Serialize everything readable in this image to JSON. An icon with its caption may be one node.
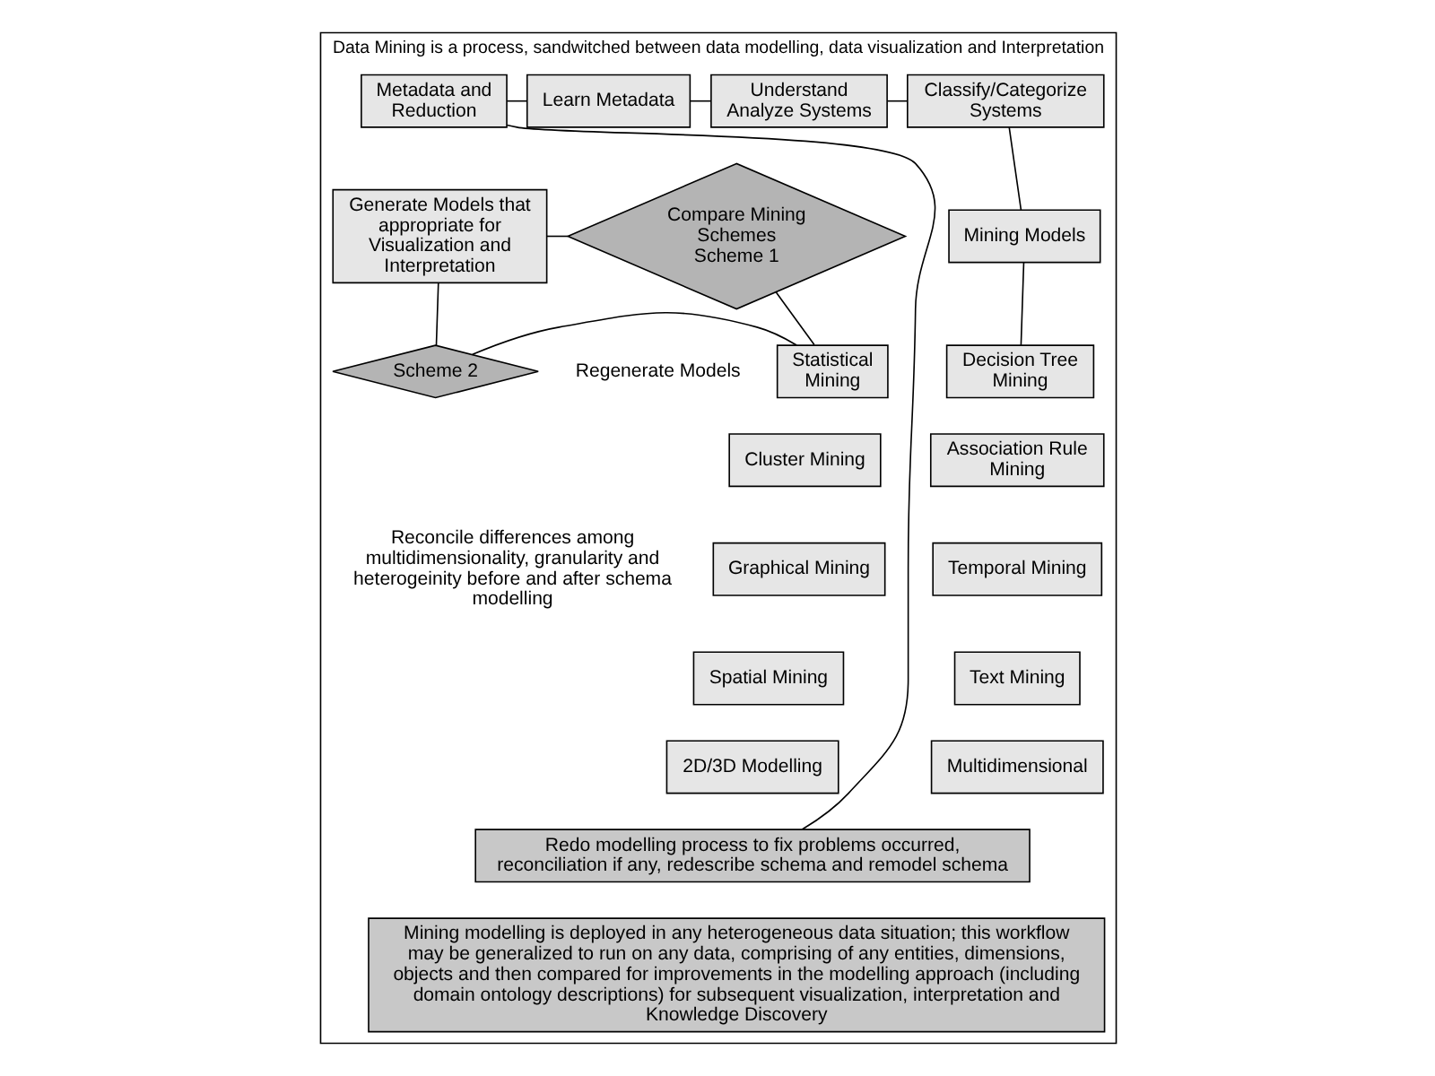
{
  "diagram": {
    "nodes": [
      {
        "text": [
          "Data Mining is a process, sandwitched between data modelling, data visualization and Interpretation"
        ]
      },
      {
        "text": [
          "Metadata and Reduction"
        ],
        "in": 0
      },
      {
        "text": [
          "Learn Metadata"
        ],
        "in": 0
      },
      {
        "text": [
          "Understand Analyze Systems"
        ],
        "in": 0
      },
      {
        "text": [
          "Classify/Categorize Systems"
        ],
        "in": 0
      },
      {
        "text": [
          "Mining Models"
        ],
        "in": 0
      },
      {
        "text": [
          "Compare Mining Schemes",
          "Scheme 1"
        ],
        "in": 0
      },
      {
        "text": [
          "Scheme 2"
        ],
        "in": 0
      },
      {
        "text": [
          "Generate Models that appropriate for Visualization and Interpretation"
        ],
        "in": 0
      },
      {
        "text": [
          "Statistical Mining"
        ],
        "in": 0
      },
      {
        "text": [
          "Decision Tree Mining"
        ],
        "in": 0
      },
      {
        "text": [
          "Cluster Mining"
        ],
        "in": 0
      },
      {
        "text": [
          "Association Rule Mining"
        ],
        "in": 0
      },
      {
        "text": [
          "Graphical Mining"
        ],
        "in": 0
      },
      {
        "text": [
          "Temporal Mining"
        ],
        "in": 0
      },
      {
        "text": [
          "Spatial Mining"
        ],
        "in": 0
      },
      {
        "text": [
          "Text Mining"
        ],
        "in": 0
      },
      {
        "text": [
          "2D/3D Modelling"
        ],
        "in": 0
      },
      {
        "text": [
          "Multidimensional"
        ],
        "in": 0
      },
      {
        "text": [
          "Redo modelling process to fix problems occurred, reconciliation if any, redescribe schema and remodel schema"
        ],
        "in": 0
      },
      {
        "text": [
          "Mining modelling is deployed in any heterogeneous data situation; this workflow may be generalized to run on any data, comprising of any entities, dimensions, objects and then compared for improvements in the modelling approach (including domain ontology descriptions) for subsequent visualization, interpretation and Knowledge Discovery"
        ],
        "in": 0
      }
    ],
    "edges": [
      {
        "from": 1,
        "to": 2,
        "arrow": "none"
      },
      {
        "from": 2,
        "to": 3,
        "arrow": "none"
      },
      {
        "from": 3,
        "to": 4,
        "arrow": "none"
      },
      {
        "from": 4,
        "to": 5,
        "arrow": "none"
      },
      {
        "from": 5,
        "to": 10,
        "arrow": "none"
      },
      {
        "from": 1,
        "to": 19,
        "arrow": "none"
      },
      {
        "from": 8,
        "to": 6,
        "arrow": "none"
      },
      {
        "from": 8,
        "to": 7,
        "arrow": "none"
      },
      {
        "from": 6,
        "to": 9,
        "arrow": "none"
      },
      {
        "from": 7,
        "to": 9,
        "arrow": "none"
      }
    ],
    "labels": [
      "Regenerate Models",
      "Reconcile differences among multidimensionality, granularity and heterogeinity before and after schema modelling"
    ]
  }
}
